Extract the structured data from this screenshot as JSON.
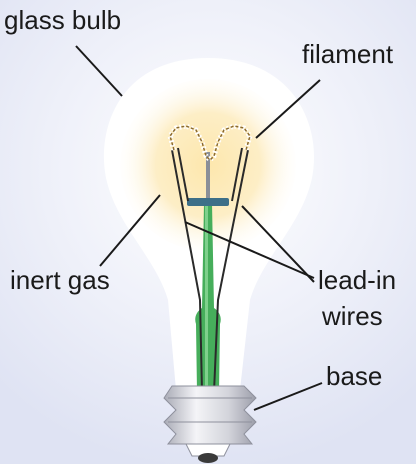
{
  "labels": {
    "glass_bulb": "glass bulb",
    "filament": "filament",
    "inert_gas": "inert gas",
    "lead_in_wires_line1": "lead-in",
    "lead_in_wires_line2": "wires",
    "base": "base"
  },
  "colors": {
    "background": "#e6e9f6",
    "bulb_glass": "#ffffff",
    "glow": "#fbe3a6",
    "stem": "#43ad58",
    "stem_cap": "#3d6f88",
    "base_metal": "#c9cad2",
    "text": "#1a1a1a"
  }
}
